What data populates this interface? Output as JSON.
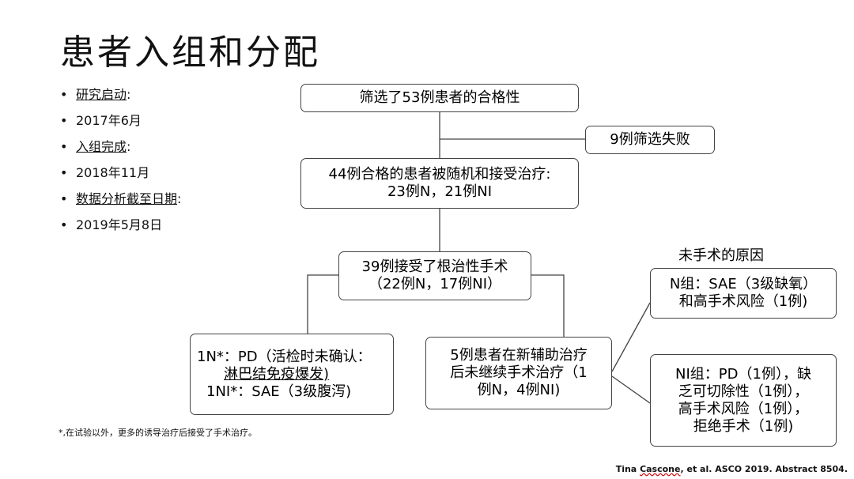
{
  "title": "患者入组和分配",
  "bullets": [
    {
      "text": "研究启动",
      "suffix": ":",
      "underline": true
    },
    {
      "text": "2017年6月",
      "suffix": "",
      "underline": false
    },
    {
      "text": "入组完成",
      "suffix": ":",
      "underline": true
    },
    {
      "text": "2018年11月",
      "suffix": "",
      "underline": false
    },
    {
      "text": "数据分析截至日期",
      "suffix": ":",
      "underline": true
    },
    {
      "text": "2019年5月8日",
      "suffix": "",
      "underline": false
    }
  ],
  "bullet_glyph": "•",
  "flow": {
    "screened": "筛选了53例患者的合格性",
    "screen_fail": "9例筛选失败",
    "randomized_line1": "44例合格的患者被随机和接受治疗:",
    "randomized_line2": "23例N，21例NI",
    "surgery_line1": "39例接受了根治性手术",
    "surgery_line2": "（22例N，17例NI）",
    "pd_line1": "1N*：PD（活检时未确认：",
    "pd_line2": "淋巴结免疫爆发)",
    "pd_line3": "1NI*：SAE（3级腹泻)",
    "no_surgery_line1": "5例患者在新辅助治疗",
    "no_surgery_line2": "后未继续手术治疗（1",
    "no_surgery_line3": "例N，4例NI)",
    "reason_title": "未手术的原因",
    "n_reason_line1": "N组：SAE（3级缺氧）",
    "n_reason_line2": "和高手术风险（1例)",
    "ni_reason_line1": "NI组：PD（1例），缺",
    "ni_reason_line2": "乏可切除性（1例），",
    "ni_reason_line3": "高手术风险（1例），",
    "ni_reason_line4": "拒绝手术（1例)"
  },
  "footnote": "*,在试验以外，更多的诱导治疗后接受了手术治疗。",
  "citation": {
    "author_first": "Tina ",
    "author_last": "Cascone",
    "rest": ", et al. ASCO 2019. Abstract 8504."
  },
  "colors": {
    "line": "#444444",
    "text": "#111111",
    "background": "#ffffff"
  }
}
